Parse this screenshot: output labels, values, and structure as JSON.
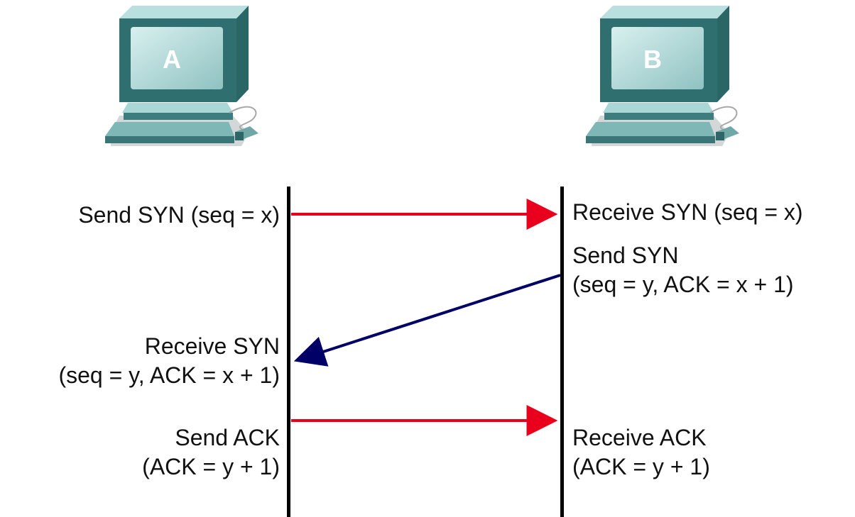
{
  "hosts": {
    "a": {
      "letter": "A"
    },
    "b": {
      "letter": "B"
    }
  },
  "steps": {
    "a_send_syn": {
      "line1": "Send SYN (seq = x)"
    },
    "b_receive_syn": {
      "line1": "Receive SYN (seq = x)"
    },
    "b_send_syn": {
      "line1": "Send SYN",
      "line2": "(seq = y, ACK = x + 1)"
    },
    "a_receive_syn": {
      "line1": "Receive SYN",
      "line2": "(seq = y, ACK = x + 1)"
    },
    "a_send_ack": {
      "line1": "Send ACK",
      "line2": "(ACK = y + 1)"
    },
    "b_receive_ack": {
      "line1": "Receive ACK",
      "line2": "(ACK = y + 1)"
    }
  },
  "colors": {
    "syn_arrow": "#e8001c",
    "synack_arrow": "#000066",
    "ack_arrow": "#e8001c",
    "computer_body": "#5f9fa0",
    "computer_dark": "#3f7778",
    "computer_light": "#9fd0d0"
  }
}
